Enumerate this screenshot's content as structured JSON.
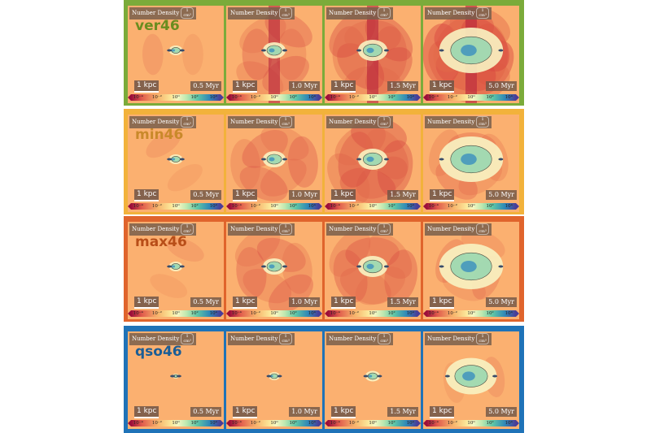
{
  "header_label": "Number Density",
  "unit_top": "1",
  "unit_bottom": "cm³",
  "scale_label": "1 kpc",
  "tick_labels": [
    "10⁻⁴",
    "10⁻²",
    "10⁰",
    "10²",
    "10⁴"
  ],
  "rows": [
    {
      "label": "ver46",
      "border": "#7bab3a",
      "label_color": "#6a8d1f",
      "times": [
        "0.5 Myr",
        "1.0 Myr",
        "1.5 Myr",
        "5.0 Myr"
      ]
    },
    {
      "label": "min46",
      "border": "#f2b23b",
      "label_color": "#c9892a",
      "times": [
        "0.5 Myr",
        "1.0 Myr",
        "1.5 Myr",
        "5.0 Myr"
      ]
    },
    {
      "label": "max46",
      "border": "#e0642c",
      "label_color": "#b84e18",
      "times": [
        "0.5 Myr",
        "1.0 Myr",
        "1.5 Myr",
        "5.0 Myr"
      ]
    },
    {
      "label": "qso46",
      "border": "#1f73b8",
      "label_color": "#1a5d96",
      "times": [
        "0.5 Myr",
        "1.0 Myr",
        "1.5 Myr",
        "5.0 Myr"
      ]
    }
  ]
}
